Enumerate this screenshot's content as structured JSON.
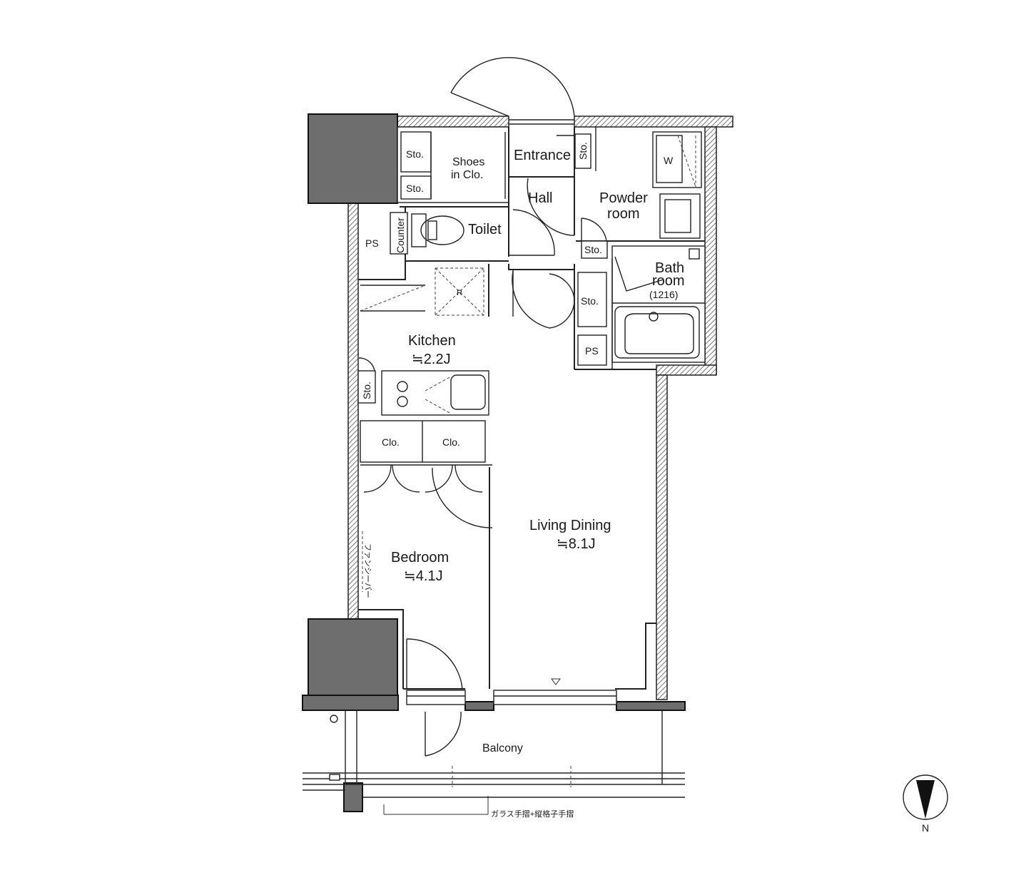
{
  "rooms": {
    "sto_1": "Sto.",
    "sto_2": "Sto.",
    "shoes_line1": "Shoes",
    "shoes_line2": "in Clo.",
    "entrance": "Entrance",
    "sto_entrance": "Sto.",
    "hall": "Hall",
    "powder_line1": "Powder",
    "powder_line2": "room",
    "washer": "W",
    "ps_left": "PS",
    "counter": "Counter",
    "toilet": "Toilet",
    "sto_powder": "Sto.",
    "bath_line1": "Bath",
    "bath_line2": "room",
    "bath_size": "(1216)",
    "refrigerator": "R",
    "sto_hall": "Sto.",
    "ps_right": "PS",
    "kitchen": "Kitchen",
    "kitchen_area": "≒2.2J",
    "sto_kitchen": "Sto.",
    "clo_1": "Clo.",
    "clo_2": "Clo.",
    "living": "Living Dining",
    "living_area": "≒8.1J",
    "bedroom": "Bedroom",
    "bedroom_area": "≒4.1J",
    "fan_note": "ファンシーバー",
    "balcony": "Balcony",
    "railing_note": "ガラス手摺+縦格子手摺",
    "north": "N"
  },
  "colors": {
    "wall_hatch": "#555555",
    "column": "#6e6e6e",
    "line": "#222222"
  }
}
